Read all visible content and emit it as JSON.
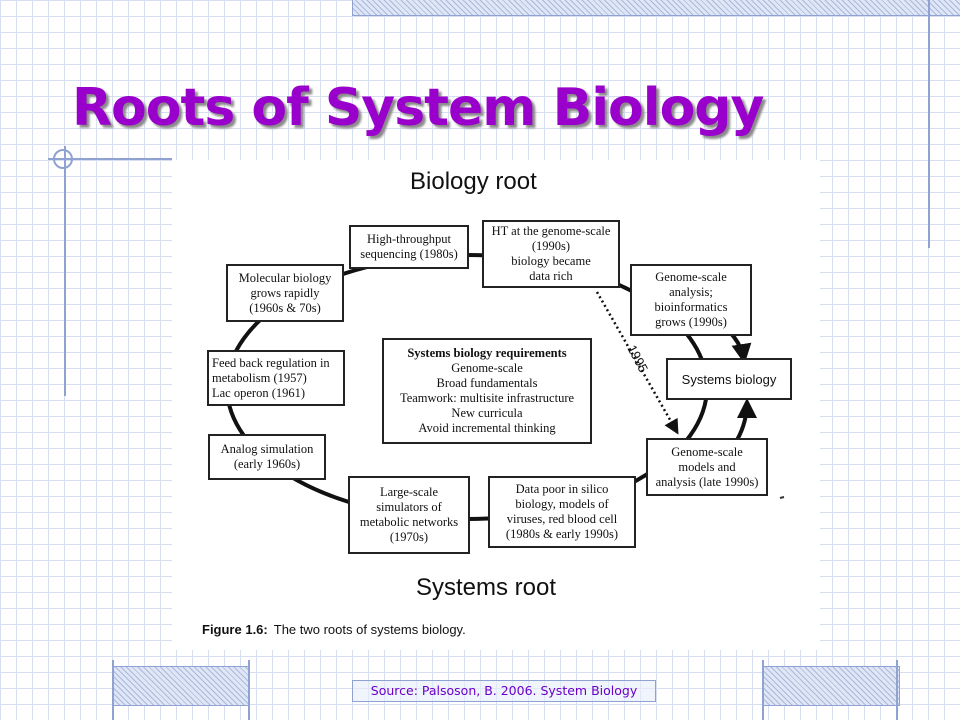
{
  "slide": {
    "title": "Roots of System Biology",
    "source": "Source: Palsoson, B. 2006. System Biology"
  },
  "figure": {
    "top_label": "Biology root",
    "bottom_label": "Systems root",
    "caption_label": "Figure 1.6:",
    "caption_text": "The two roots of systems biology.",
    "arrow_label": "1995",
    "boxes": {
      "ht_sequencing": [
        "High-throughput",
        "sequencing (1980s)"
      ],
      "ht_genome": [
        "HT at the genome-scale",
        "(1990s)",
        "biology  became",
        "data rich"
      ],
      "genome_analysis": [
        "Genome-scale",
        "analysis;",
        "bioinformatics",
        "grows (1990s)"
      ],
      "molecular": [
        "Molecular biology",
        "grows rapidly",
        "(1960s & 70s)"
      ],
      "feedback": [
        "Feed back regulation in",
        "metabolism (1957)",
        "Lac operon (1961)"
      ],
      "analog": [
        "Analog simulation",
        "(early 1960s)"
      ],
      "large_scale": [
        "Large-scale",
        "simulators of",
        "metabolic networks",
        "(1970s)"
      ],
      "data_poor": [
        "Data poor in silico",
        "biology, models of",
        "viruses, red blood cell",
        "(1980s  & early 1990s)"
      ],
      "genome_models": [
        "Genome-scale",
        "models and",
        "analysis (late 1990s)"
      ],
      "systems_biology": [
        "Systems biology"
      ],
      "requirements": [
        "Systems biology requirements",
        "Genome-scale",
        "Broad fundamentals",
        "Teamwork: multisite infrastructure",
        "New curricula",
        "Avoid incremental thinking"
      ]
    }
  }
}
